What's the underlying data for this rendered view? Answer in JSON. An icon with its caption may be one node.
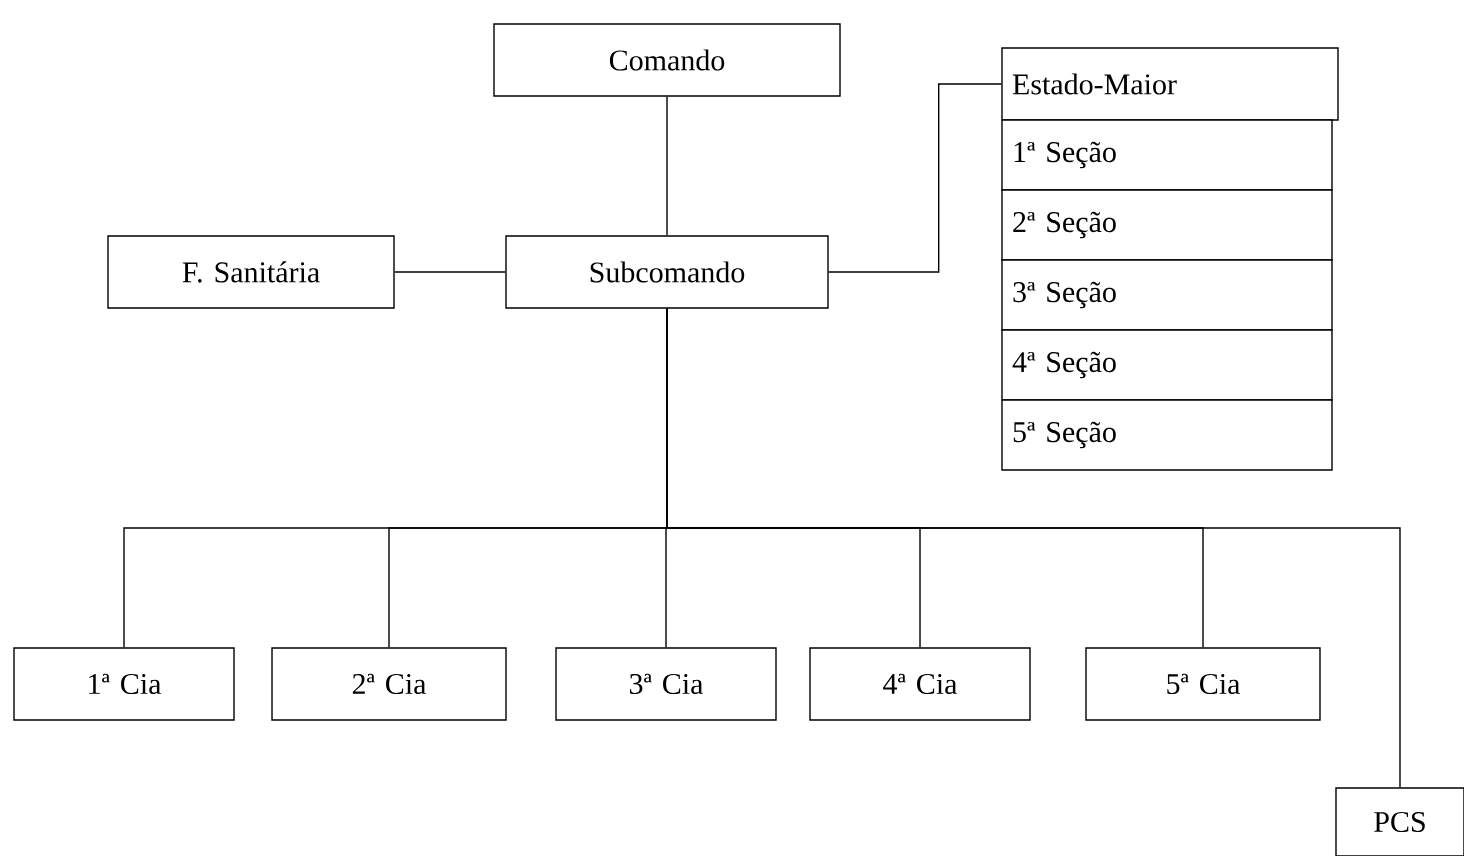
{
  "diagram": {
    "nodes": [
      {
        "text": [
          "Comando"
        ]
      },
      {
        "text": [
          "F. Sanitária"
        ]
      },
      {
        "text": [
          "Subcomando"
        ]
      },
      {
        "text": [
          "Estado-Maior"
        ]
      },
      {
        "text": [
          "1ª Seção"
        ]
      },
      {
        "text": [
          "2ª Seção"
        ]
      },
      {
        "text": [
          "3ª Seção"
        ]
      },
      {
        "text": [
          "4ª Seção"
        ]
      },
      {
        "text": [
          "5ª Seção"
        ]
      },
      {
        "text": [
          "1ª Cia"
        ]
      },
      {
        "text": [
          "2ª Cia"
        ]
      },
      {
        "text": [
          "3ª Cia"
        ]
      },
      {
        "text": [
          "4ª Cia"
        ]
      },
      {
        "text": [
          "5ª Cia"
        ]
      },
      {
        "text": [
          "PCS"
        ]
      }
    ],
    "edges": [
      {
        "from": 0,
        "to": 2,
        "arrow": "none"
      },
      {
        "from": 1,
        "to": 2,
        "arrow": "none"
      },
      {
        "from": 2,
        "to": 3,
        "arrow": "none"
      },
      {
        "from": 2,
        "to": 9,
        "arrow": "none"
      },
      {
        "from": 2,
        "to": 10,
        "arrow": "none"
      },
      {
        "from": 2,
        "to": 11,
        "arrow": "none"
      },
      {
        "from": 2,
        "to": 12,
        "arrow": "none"
      },
      {
        "from": 2,
        "to": 13,
        "arrow": "none"
      },
      {
        "from": 2,
        "to": 14,
        "arrow": "none"
      }
    ]
  }
}
